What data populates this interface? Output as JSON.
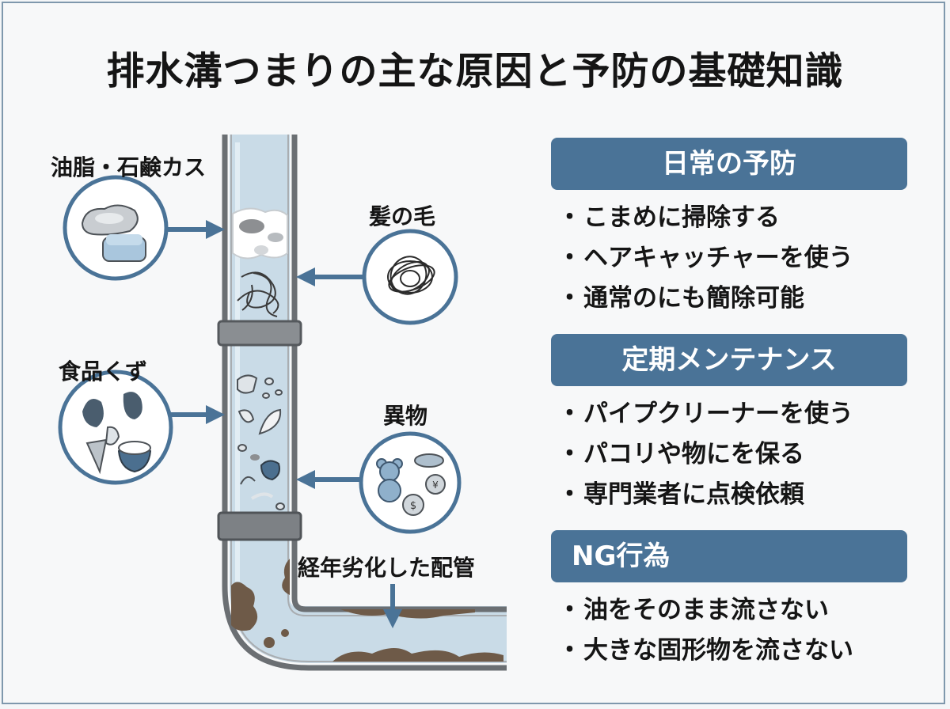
{
  "title": "排水溝つまりの主な原因と予防の基礎知識",
  "causes": {
    "grease": "油脂・石鹸カス",
    "hair": "髪の毛",
    "food": "食品くず",
    "foreign": "異物",
    "aging": "経年劣化した配管"
  },
  "sections": [
    {
      "heading": "日常の予防",
      "items": [
        "こまめに掃除する",
        "ヘアキャッチャーを使う",
        "通常のにも簡除可能"
      ]
    },
    {
      "heading": "定期メンテナンス",
      "items": [
        "パイプクリーナーを使う",
        "パコリや物にを保る",
        "専門業者に点検依頼"
      ]
    },
    {
      "heading": "NG行為",
      "items": [
        "油をそのまま流さない",
        "大きな固形物を流さない"
      ]
    }
  ],
  "colors": {
    "accent": "#4a7397",
    "pipe_water": "#c9dbe7",
    "pipe_wall": "#6b6f73",
    "sludge": "#6e5a48"
  },
  "icons": [
    "grease-puddle-icon",
    "soap-bar-icon",
    "hair-tangle-icon",
    "vegetables-icon",
    "rice-bowl-icon",
    "teddy-bear-icon",
    "coin-icon",
    "yen-coin-icon",
    "dollar-coin-icon"
  ]
}
